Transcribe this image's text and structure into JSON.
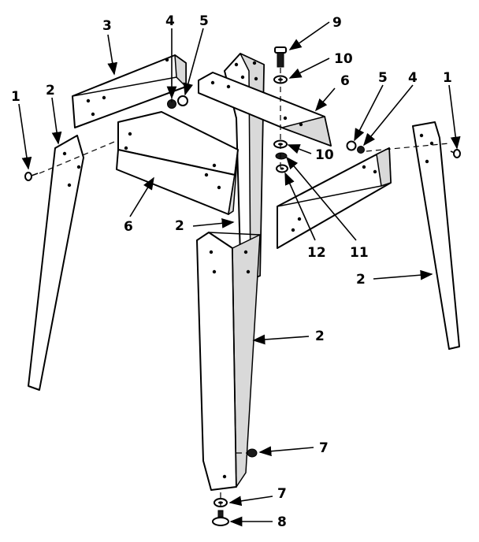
{
  "callouts": {
    "c1_left": "1",
    "c2_left": "2",
    "c3": "3",
    "c4_left": "4",
    "c5_left": "5",
    "c6_left": "6",
    "c2_center": "2",
    "c9": "9",
    "c10_top": "10",
    "c6_right": "6",
    "c10_mid": "10",
    "c11": "11",
    "c12": "12",
    "c5_right": "5",
    "c4_right": "4",
    "c1_right": "1",
    "c2_right": "2",
    "c2_front": "2",
    "c7_upper": "7",
    "c7_lower": "7",
    "c8": "8"
  }
}
